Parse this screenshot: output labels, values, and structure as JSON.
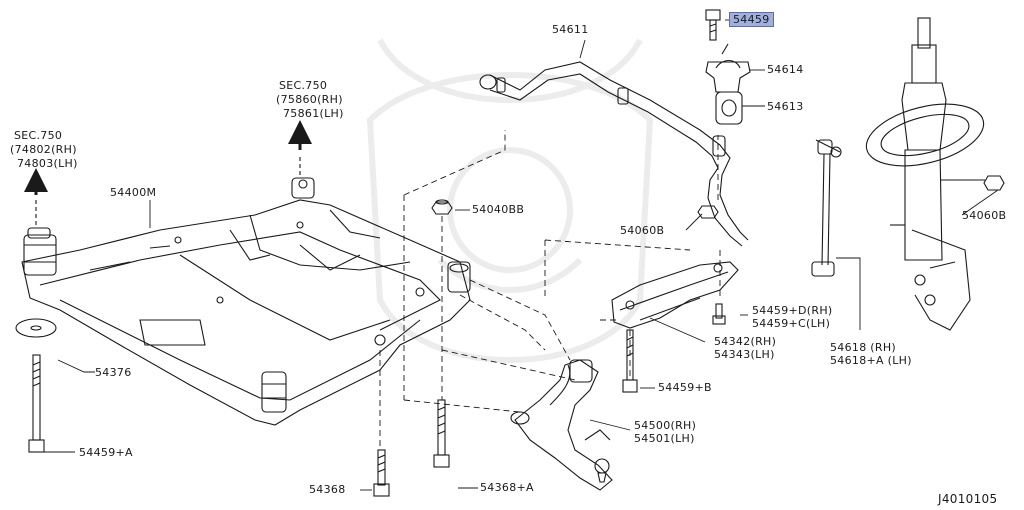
{
  "labels": {
    "p54611": "54611",
    "p54459": "54459",
    "p54614": "54614",
    "p54613": "54613",
    "sec750_top_a": "SEC.750",
    "sec750_top_b": "(75860(RH)",
    "sec750_top_c": "75861(LH)",
    "sec750_left_a": "SEC.750",
    "sec750_left_b": "(74802(RH)",
    "sec750_left_c": "74803(LH)",
    "p54400M": "54400M",
    "p54040BB": "54040BB",
    "p54060B_mid": "54060B",
    "p54060B_right": "54060B",
    "p54459D": "54459+D(RH)",
    "p54459C": "54459+C(LH)",
    "p54342": "54342(RH)",
    "p54343": "54343(LH)",
    "p54618": "54618 (RH)",
    "p54618A": "54618+A (LH)",
    "p54376": "54376",
    "p54459B": "54459+B",
    "p54500": "54500(RH)",
    "p54501": "54501(LH)",
    "p54459A": "54459+A",
    "p54368": "54368",
    "p54368A": "54368+A",
    "diagram_code": "J4010105"
  },
  "colors": {
    "line": "#1a1a1a",
    "highlight": "#9fb0de",
    "watermark": "#ececec"
  }
}
